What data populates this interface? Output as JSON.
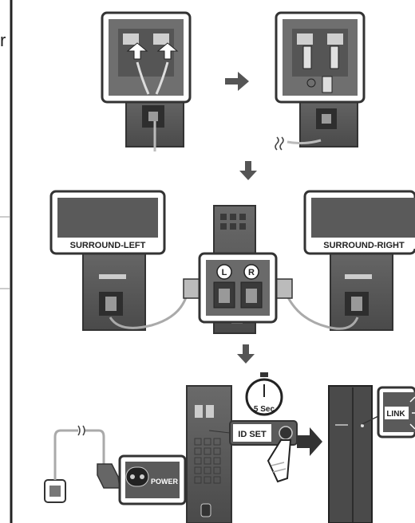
{
  "page": {
    "margin_glyph": "r"
  },
  "panels": {
    "surround_left": {
      "label": "SURROUND-LEFT"
    },
    "surround_right": {
      "label": "SURROUND-RIGHT"
    }
  },
  "terminals": {
    "left": "L",
    "right": "R"
  },
  "timer": {
    "label": "5 Sec"
  },
  "buttons": {
    "id_set": "ID SET"
  },
  "power": {
    "label": "POWER"
  },
  "led": {
    "label": "LINK"
  },
  "icons": [
    "arrow-right-icon",
    "arrow-down-icon",
    "stopwatch-icon",
    "finger-press-icon",
    "power-plug-icon"
  ],
  "colors": {
    "panel_dark": "#595959",
    "panel_mid": "#8a8a8a",
    "frame": "#ffffff",
    "outline": "#2b2b2b",
    "arrow": "#555555"
  }
}
